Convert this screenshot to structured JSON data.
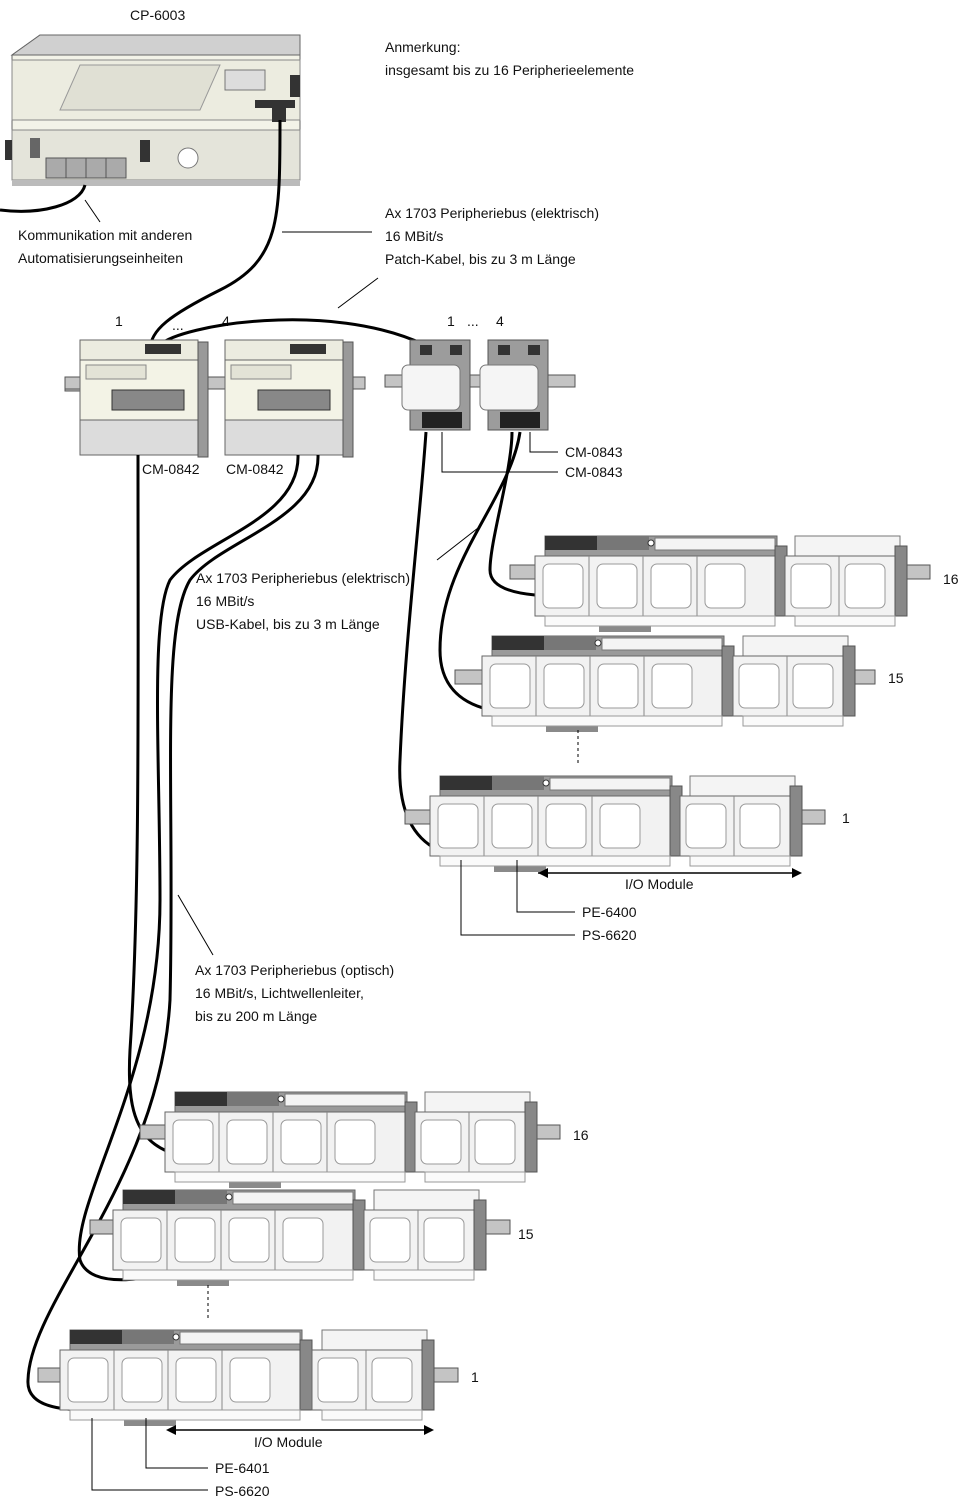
{
  "cp": "CP-6003",
  "note": {
    "title": "Anmerkung:",
    "text": "insgesamt bis zu 16 Peripherieelemente"
  },
  "communication": [
    "Kommunikation mit anderen",
    "Automatisierungseinheiten"
  ],
  "bus_patch": [
    "Ax 1703 Peripheriebus (elektrisch)",
    "16 MBit/s",
    "Patch-Kabel, bis zu 3 m Länge"
  ],
  "bus_usb": [
    "Ax 1703 Peripheriebus (elektrisch)",
    "16 MBit/s",
    "USB-Kabel, bis zu 3 m Länge"
  ],
  "bus_optical": [
    "Ax 1703 Peripheriebus (optisch)",
    "16 MBit/s,  Lichtwellenleiter,",
    "bis zu 200 m Länge"
  ],
  "port_labels": {
    "first": "1",
    "ellipsis": "...",
    "last": "4"
  },
  "cm0842": "CM-0842",
  "cm0843": "CM-0843",
  "io_module": "I/O Module",
  "pe6400": "PE-6400",
  "pe6401": "PE-6401",
  "ps6620": "PS-6620",
  "rack_numbers": {
    "r16": "16",
    "r15": "15",
    "r1": "1"
  }
}
